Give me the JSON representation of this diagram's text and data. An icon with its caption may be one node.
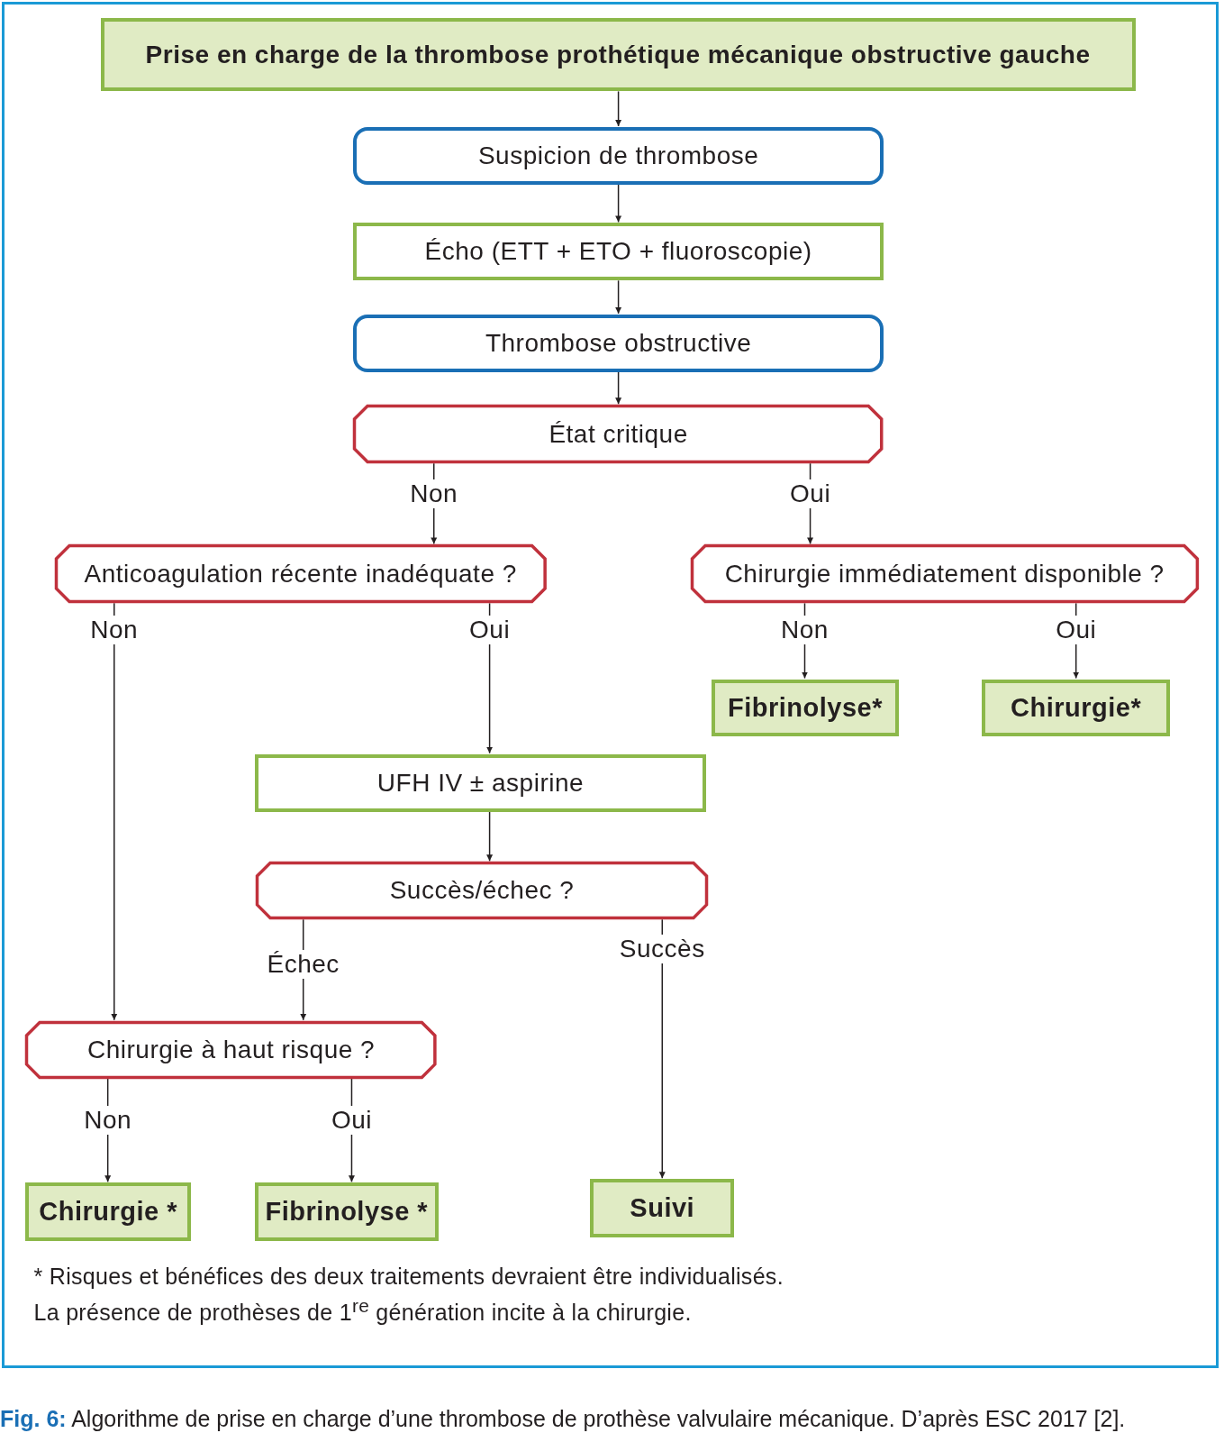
{
  "diagram": {
    "caption": "**Fig. 6:** Algorithme de prise en charge d’une thrombose de prothèse valvulaire mécanique. D’après ESC 2017 [2].",
    "nodes": [
      {
        "text": [
          "Prise en charge de la thrombose prothétique mécanique obstructive gauche"
        ]
      },
      {
        "text": [
          "Suspicion de thrombose"
        ]
      },
      {
        "text": [
          "Écho (ETT + ETO + fluoroscopie)"
        ]
      },
      {
        "text": [
          "Thrombose obstructive"
        ]
      },
      {
        "text": [
          "État critique"
        ]
      },
      {
        "text": [
          "Anticoagulation récente inadéquate ?"
        ]
      },
      {
        "text": [
          "Chirurgie immédiatement disponible ?"
        ]
      },
      {
        "text": [
          "Fibrinolyse*"
        ]
      },
      {
        "text": [
          "Chirurgie*"
        ]
      },
      {
        "text": [
          "UFH IV ± aspirine"
        ]
      },
      {
        "text": [
          "Succès/échec ?"
        ]
      },
      {
        "text": [
          "Chirurgie à haut risque ?"
        ]
      },
      {
        "text": [
          "Chirurgie *"
        ]
      },
      {
        "text": [
          "Fibrinolyse *"
        ]
      },
      {
        "text": [
          "Suivi"
        ]
      }
    ],
    "edges": [
      {
        "from": 0,
        "to": 1,
        "arrow": "to"
      },
      {
        "from": 1,
        "to": 2,
        "arrow": "to"
      },
      {
        "from": 2,
        "to": 3,
        "arrow": "to"
      },
      {
        "from": 3,
        "to": 4,
        "arrow": "to"
      },
      {
        "from": 4,
        "to": 5,
        "arrow": "to",
        "label": "Non"
      },
      {
        "from": 4,
        "to": 6,
        "arrow": "to",
        "label": "Oui"
      },
      {
        "from": 5,
        "to": 11,
        "arrow": "to",
        "label": "Non"
      },
      {
        "from": 5,
        "to": 9,
        "arrow": "to",
        "label": "Oui"
      },
      {
        "from": 6,
        "to": 7,
        "arrow": "to",
        "label": "Non"
      },
      {
        "from": 6,
        "to": 8,
        "arrow": "to",
        "label": "Oui"
      },
      {
        "from": 9,
        "to": 10,
        "arrow": "to"
      },
      {
        "from": 10,
        "to": 11,
        "arrow": "to",
        "label": "Échec"
      },
      {
        "from": 10,
        "to": 14,
        "arrow": "to",
        "label": "Succès"
      },
      {
        "from": 11,
        "to": 12,
        "arrow": "to",
        "label": "Non"
      },
      {
        "from": 11,
        "to": 13,
        "arrow": "to",
        "label": "Oui"
      }
    ],
    "labels": [
      "* Risques et bénéfices des deux traitements devraient être individualisés.",
      "La présence de prothèses de 1$^{re}$ génération incite à la chirurgie."
    ]
  }
}
